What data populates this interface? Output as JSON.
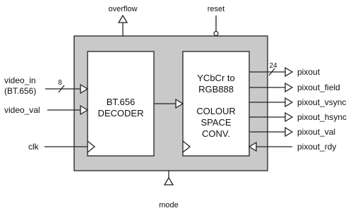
{
  "diagram": {
    "top_signals": {
      "overflow": "overflow",
      "reset": "reset"
    },
    "bottom_signals": {
      "mode": "mode"
    },
    "inputs": {
      "video_in_line1": "video_in",
      "video_in_line2": "(BT.656)",
      "video_in_width": "8",
      "video_val": "video_val",
      "clk": "clk"
    },
    "decoder_block": {
      "line1": "BT.656",
      "line2": "DECODER"
    },
    "converter_block": {
      "line1": "YCbCr to",
      "line2": "RGB888",
      "line3": "COLOUR",
      "line4": "SPACE",
      "line5": "CONV."
    },
    "outputs": {
      "pixout": "pixout",
      "pixout_width": "24",
      "pixout_field": "pixout_field",
      "pixout_vsync": "pixout_vsync",
      "pixout_hsync": "pixout_hsync",
      "pixout_val": "pixout_val",
      "pixout_rdy": "pixout_rdy"
    },
    "colors": {
      "outer_fill": "#c9c9c9",
      "block_fill": "#ffffff",
      "stroke": "#222222"
    }
  }
}
